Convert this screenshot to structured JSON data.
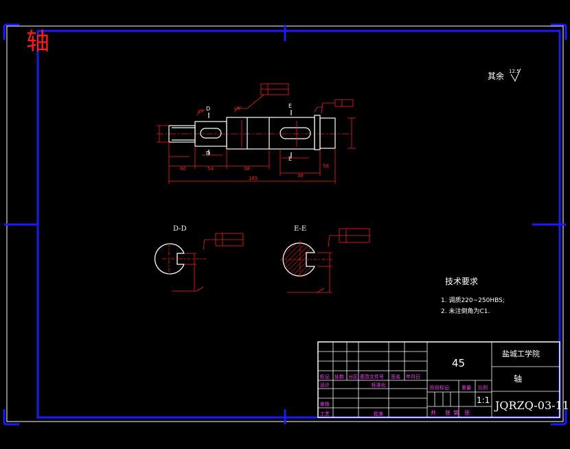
{
  "title_mark": "轴",
  "surface_note": {
    "label": "其余",
    "roughness": "12.5"
  },
  "section_labels": {
    "d": "D-D",
    "e": "E-E"
  },
  "sectional_cut_letters": [
    "D",
    "E",
    "D",
    "E"
  ],
  "main_view_dims": [
    "60",
    "54",
    "38",
    "38",
    "58",
    "185"
  ],
  "tech_requirements": {
    "heading": "技术要求",
    "items": [
      "1. 调质220~250HBS;",
      "2. 未注倒角为C1."
    ]
  },
  "title_block": {
    "material": "45",
    "school": "盐城工学院",
    "part_name": "轴",
    "drawing_no": "JQRZQ-03-11",
    "scale": "1:1",
    "header_cells": [
      "标记",
      "处数",
      "分区",
      "更改文件号",
      "签名",
      "年月日"
    ],
    "row_cells": [
      "设计",
      "标准化"
    ],
    "mid_cells": [
      "阶段标记",
      "重量",
      "比例"
    ],
    "lower_cells": [
      "审核",
      "工艺",
      "批准"
    ],
    "sheet_cells": [
      "共",
      "张",
      "第",
      "张"
    ]
  },
  "colors": {
    "background": "#000000",
    "frame": "#1a1aff",
    "line": "#ffffff",
    "dimension": "#ff1a1a",
    "magenta": "#ff33ff"
  }
}
